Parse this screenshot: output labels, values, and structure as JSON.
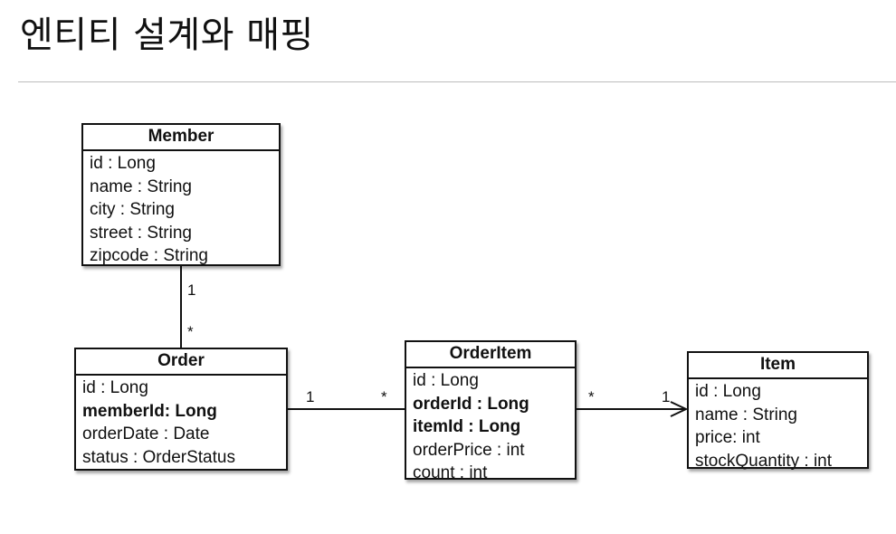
{
  "page": {
    "title": "엔티티 설계와 매핑"
  },
  "entities": {
    "member": {
      "name": "Member",
      "attributes": [
        {
          "text": "id : Long",
          "key": false
        },
        {
          "text": "name : String",
          "key": false
        },
        {
          "text": "city : String",
          "key": false
        },
        {
          "text": "street : String",
          "key": false
        },
        {
          "text": "zipcode : String",
          "key": false
        }
      ]
    },
    "order": {
      "name": "Order",
      "attributes": [
        {
          "text": "id : Long",
          "key": false
        },
        {
          "text": "memberId: Long",
          "key": true
        },
        {
          "text": "orderDate : Date",
          "key": false
        },
        {
          "text": "status : OrderStatus",
          "key": false
        }
      ]
    },
    "orderitem": {
      "name": "OrderItem",
      "attributes": [
        {
          "text": "id : Long",
          "key": false
        },
        {
          "text": "orderId : Long",
          "key": true
        },
        {
          "text": "itemId : Long",
          "key": true
        },
        {
          "text": "orderPrice : int",
          "key": false
        },
        {
          "text": "count : int",
          "key": false
        }
      ]
    },
    "item": {
      "name": "Item",
      "attributes": [
        {
          "text": "id : Long",
          "key": false
        },
        {
          "text": "name : String",
          "key": false
        },
        {
          "text": "price: int",
          "key": false
        },
        {
          "text": "stockQuantity : int",
          "key": false
        }
      ]
    }
  },
  "relations": [
    {
      "from": "member",
      "to": "order",
      "from_mult": "1",
      "to_mult": "*"
    },
    {
      "from": "order",
      "to": "orderitem",
      "from_mult": "1",
      "to_mult": "*"
    },
    {
      "from": "orderitem",
      "to": "item",
      "from_mult": "*",
      "to_mult": "1",
      "arrow": true
    }
  ]
}
